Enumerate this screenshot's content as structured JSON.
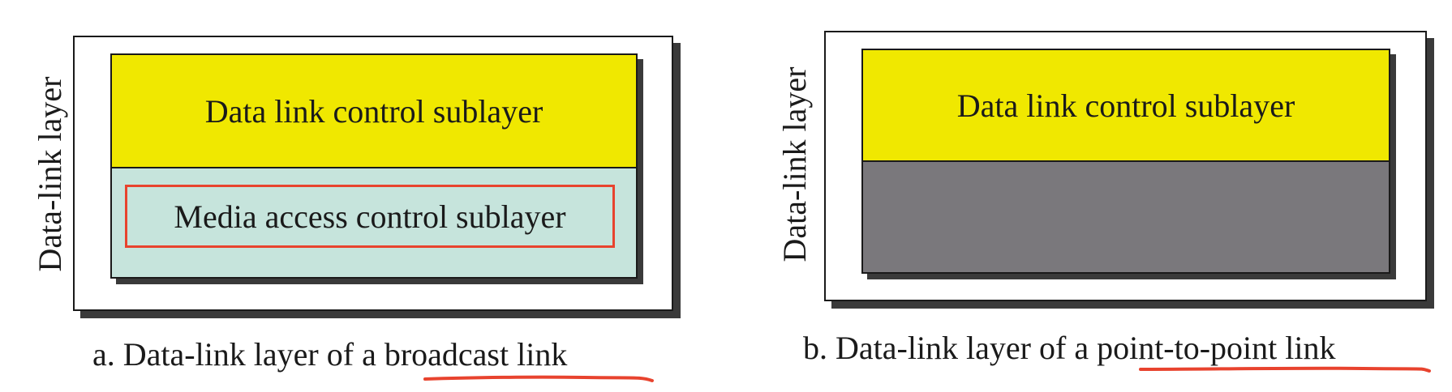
{
  "panel_a": {
    "side_label": "Data-link layer",
    "upper_sublayer": "Data link control sublayer",
    "lower_sublayer": "Media access control sublayer",
    "caption_prefix": "a. Data-link layer of a ",
    "caption_highlight": "broadcast link"
  },
  "panel_b": {
    "side_label": "Data-link layer",
    "upper_sublayer": "Data link control sublayer",
    "caption_prefix": "b. Data-link layer of a ",
    "caption_highlight": "point-to-point link"
  },
  "colors": {
    "yellow": "#f0e800",
    "aqua": "#c6e4dc",
    "grey": "#7a787c",
    "annotation_red": "#e8432e"
  }
}
